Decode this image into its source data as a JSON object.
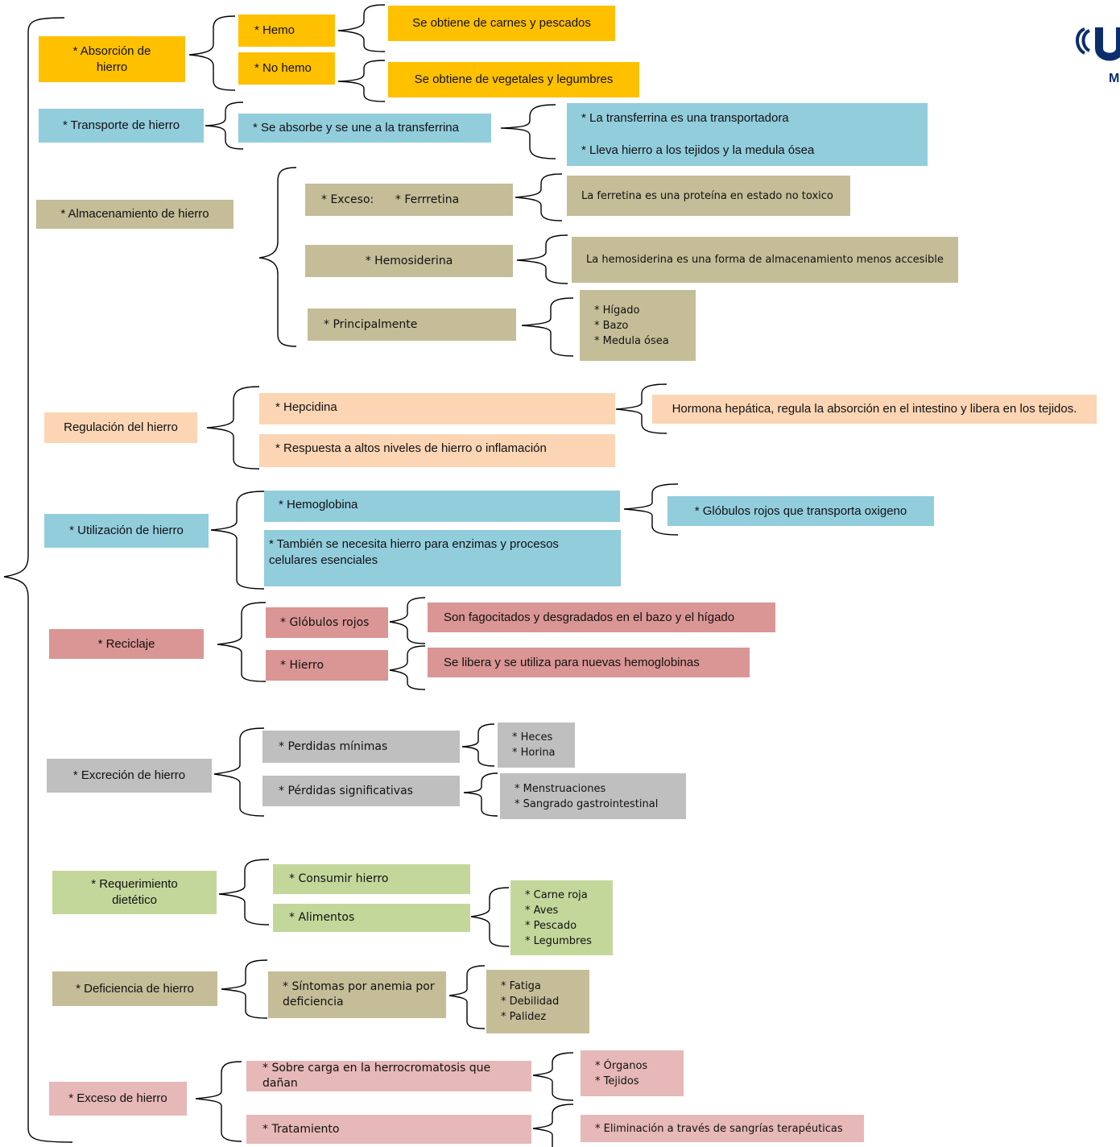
{
  "colors": {
    "absorcion": "#ffc000",
    "transporte": "#92cddc",
    "almacenamiento": "#c4bd97",
    "regulacion": "#fcd5b4",
    "reciclaje": "#da9694",
    "excrecion": "#bfbfbf",
    "requerimiento": "#c4d79b",
    "exceso": "#e6b8b7"
  },
  "logo": {
    "icon": "university-logo-icon",
    "partial_text": "M"
  },
  "absorcion": {
    "title": "* Absorción de\nhierro",
    "hemo": "* Hemo",
    "no_hemo": "* No hemo",
    "hemo_desc": "Se obtiene de carnes y pescados",
    "no_hemo_desc": "Se obtiene de vegetales y legumbres"
  },
  "transporte": {
    "title": "* Transporte de hierro",
    "sub": "* Se absorbe y se une a la transferrina",
    "desc": "* La transferrina es una transportadora\n\n* Lleva hierro a los tejidos y la medula ósea"
  },
  "almacenamiento": {
    "title": "* Almacenamiento de hierro",
    "exceso": "* Exceso:      * Ferrretina",
    "exceso_desc": "La ferretina es una proteína en estado no toxico",
    "hemosiderina": "* Hemosiderina",
    "hemosiderina_desc": "La hemosiderina es una forma de almacenamiento menos accesible",
    "principalmente": "* Principalmente",
    "lugares": "* Hígado\n* Bazo\n* Medula ósea"
  },
  "regulacion": {
    "title": "Regulación del hierro",
    "hepcidina": "* Hepcidina",
    "hepcidina_desc": "Hormona hepática, regula la absorción en el intestino y libera en los tejidos.",
    "respuesta": "* Respuesta a altos niveles de hierro o inflamación"
  },
  "utilizacion": {
    "title": "* Utilización de hierro",
    "hemoglobina": "* Hemoglobina",
    "hemoglobina_desc": "* Glóbulos rojos que transporta oxigeno",
    "enzimas": "* También se necesita hierro para enzimas y procesos\ncelulares esenciales"
  },
  "reciclaje": {
    "title": "* Reciclaje",
    "globulos": "* Glóbulos rojos",
    "globulos_desc": "Son fagocitados y desgradados en el bazo y el hígado",
    "hierro": "* Hierro",
    "hierro_desc": "Se libera y se utiliza para nuevas hemoglobinas"
  },
  "excrecion": {
    "title": "* Excreción de hierro",
    "minimas": "* Perdidas mínimas",
    "minimas_desc": "* Heces\n* Horina",
    "significativas": "* Pérdidas significativas",
    "significativas_desc": "* Menstruaciones\n* Sangrado gastrointestinal"
  },
  "requerimiento": {
    "title": "* Requerimiento\ndietético",
    "consumir": "* Consumir hierro",
    "alimentos": "* Alimentos",
    "alimentos_desc": "* Carne roja\n* Aves\n* Pescado\n* Legumbres"
  },
  "deficiencia": {
    "title": "* Deficiencia de hierro",
    "sintomas": "* Síntomas por anemia por\ndeficiencia",
    "sintomas_desc": "* Fatiga\n* Debilidad\n* Palidez"
  },
  "exceso": {
    "title": "* Exceso de hierro",
    "sobrecarga": "* Sobre carga en la herrocromatosis que dañan",
    "sobrecarga_desc": "* Órganos\n* Tejidos",
    "tratamiento": "* Tratamiento",
    "tratamiento_desc": "* Eliminación a través de sangrías terapéuticas"
  }
}
